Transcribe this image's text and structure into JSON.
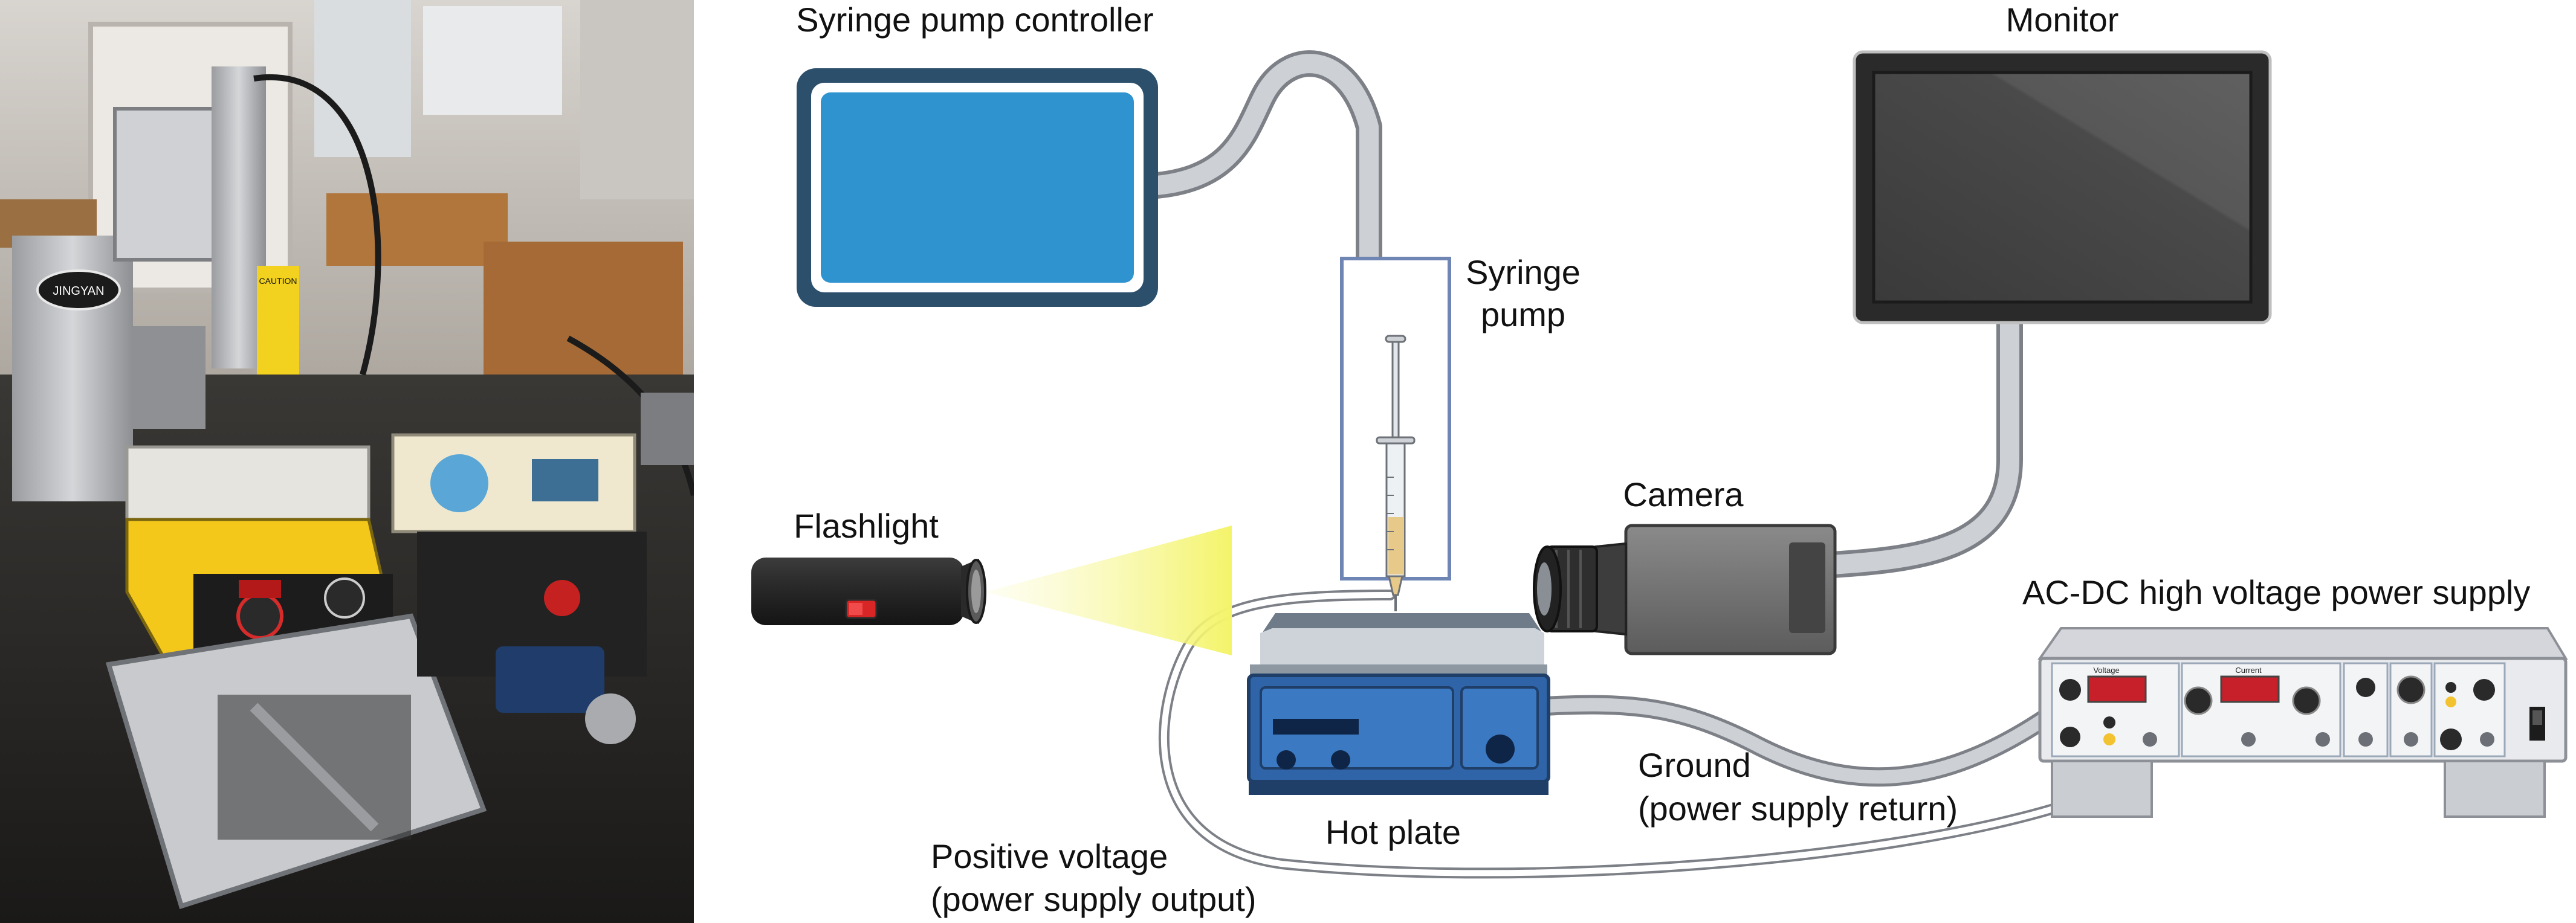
{
  "labels": {
    "syringe_pump_controller": "Syringe pump controller",
    "monitor": "Monitor",
    "syringe_pump_line1": "Syringe",
    "syringe_pump_line2": "pump",
    "flashlight": "Flashlight",
    "camera": "Camera",
    "power_supply": "AC-DC high voltage power supply",
    "ground_line1": "Ground",
    "ground_line2": "(power supply return)",
    "hot_plate": "Hot plate",
    "positive_line1": "Positive voltage",
    "positive_line2": "(power supply output)"
  },
  "panel": {
    "voltage": "Voltage",
    "current": "Current"
  },
  "photo": {
    "caution_label": "CAUTION",
    "brand_label": "JINGYAN"
  },
  "colors": {
    "controller_screen": "#2e93cf",
    "controller_frame": "#2c4f6c",
    "hot_plate_body": "#2f65a8",
    "power_supply_body": "#e9eaee",
    "display_red": "#c8202a",
    "light_beam": "#f4f46a",
    "cable": "#c9ccd1"
  },
  "icons": [
    "syringe-icon",
    "flashlight-icon",
    "camera-icon",
    "monitor-icon",
    "hot-plate-icon",
    "power-supply-icon",
    "controller-icon"
  ]
}
